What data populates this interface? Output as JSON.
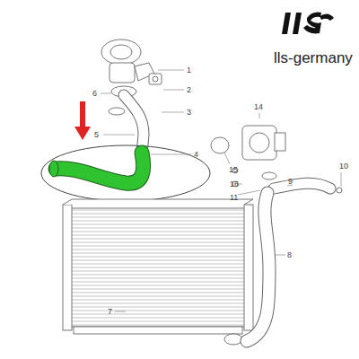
{
  "diagram": {
    "labels": [
      "lls-germany",
      "1",
      "2",
      "3",
      "6",
      "5",
      "4",
      "14",
      "15",
      "16",
      "11",
      "9",
      "10",
      "8",
      "7"
    ]
  }
}
